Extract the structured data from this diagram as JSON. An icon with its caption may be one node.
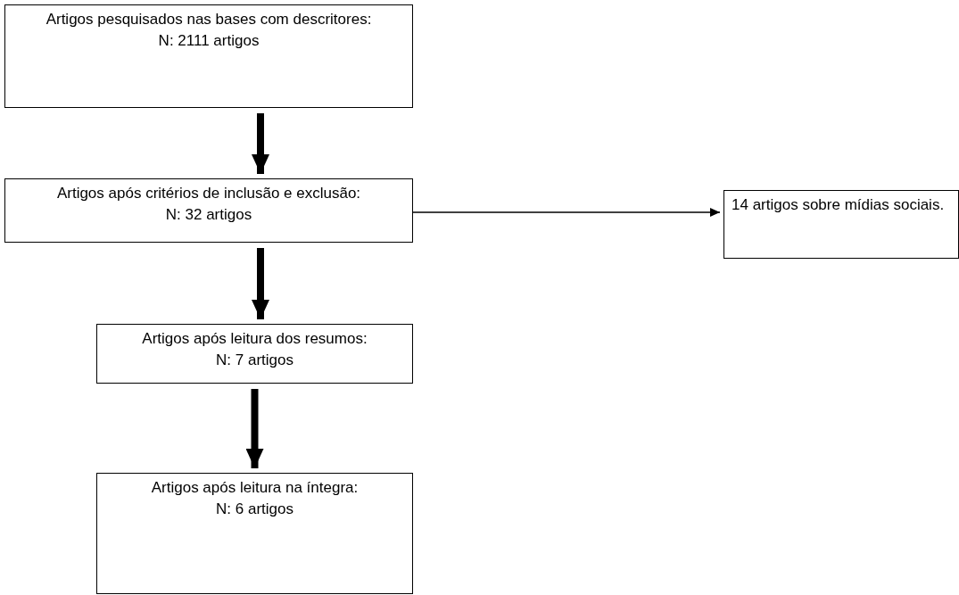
{
  "diagram": {
    "nodes": [
      {
        "text": [
          "Artigos pesquisados nas bases com descritores: N: 2111 artigos"
        ]
      },
      {
        "text": [
          "Artigos após critérios de inclusão e exclusão: N: 32 artigos"
        ]
      },
      {
        "text": [
          "Artigos após leitura dos resumos: N: 7 artigos"
        ]
      },
      {
        "text": [
          "Artigos após leitura na íntegra: N: 6 artigos"
        ]
      },
      {
        "text": [
          "14 artigos sobre mídias sociais."
        ]
      }
    ],
    "edges": [
      {
        "from": 0,
        "to": 1,
        "arrow": "to"
      },
      {
        "from": 1,
        "to": 2,
        "arrow": "to"
      },
      {
        "from": 2,
        "to": 3,
        "arrow": "to"
      },
      {
        "from": 1,
        "to": 4,
        "arrow": "to"
      }
    ]
  }
}
